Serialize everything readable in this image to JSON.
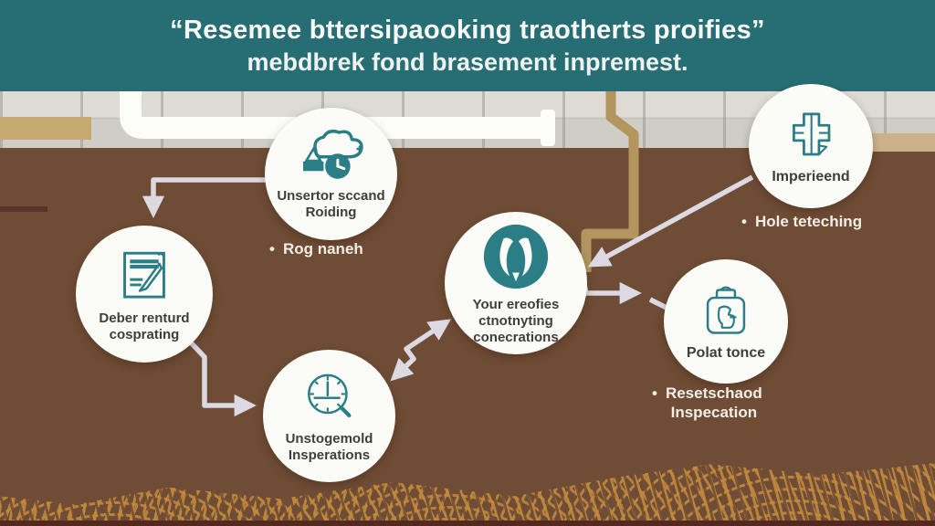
{
  "banner": {
    "quote_line1": "“Resemee bttersipaooking traotherts proifies”",
    "quote_line2": "mebdbrek fond brasement inpremest."
  },
  "nodes": {
    "schedule": {
      "icon": "cloud-clock-icon",
      "line1": "Unsertor sccand",
      "line2": "Roiding"
    },
    "document": {
      "icon": "document-pencil-icon",
      "line1": "Deber renturd",
      "line2": "cosprating"
    },
    "roots": {
      "icon": "roots-emblem-icon",
      "line1": "Your ereofies",
      "line2": "ctnotnyting",
      "line3": "conecrations"
    },
    "inspection": {
      "icon": "clock-magnifier-icon",
      "line1": "Unstogemold",
      "line2": "Insperations"
    },
    "building": {
      "icon": "building-cross-icon",
      "line1": "Imperieend"
    },
    "clipboard": {
      "icon": "clipboard-icon",
      "line1": "Polat tonce"
    }
  },
  "bullets": {
    "rog": {
      "marker": "•",
      "text": "Rog naneh"
    },
    "hole": {
      "marker": "•",
      "text": "Hole teteching"
    },
    "reset": {
      "marker": "•",
      "line1": "Resetschaod",
      "line2": "Inspecation"
    }
  },
  "colors": {
    "banner_teal": "#276e74",
    "ground_brown": "#6f4c35",
    "icon_teal": "#2b7d86",
    "arrow_gray": "#dcd9e2",
    "pipe_white": "#fcfcf9",
    "pipe_tan": "#b2965e",
    "texture_gold": "#c68d3e",
    "khaki_band": "#c6a96e"
  }
}
